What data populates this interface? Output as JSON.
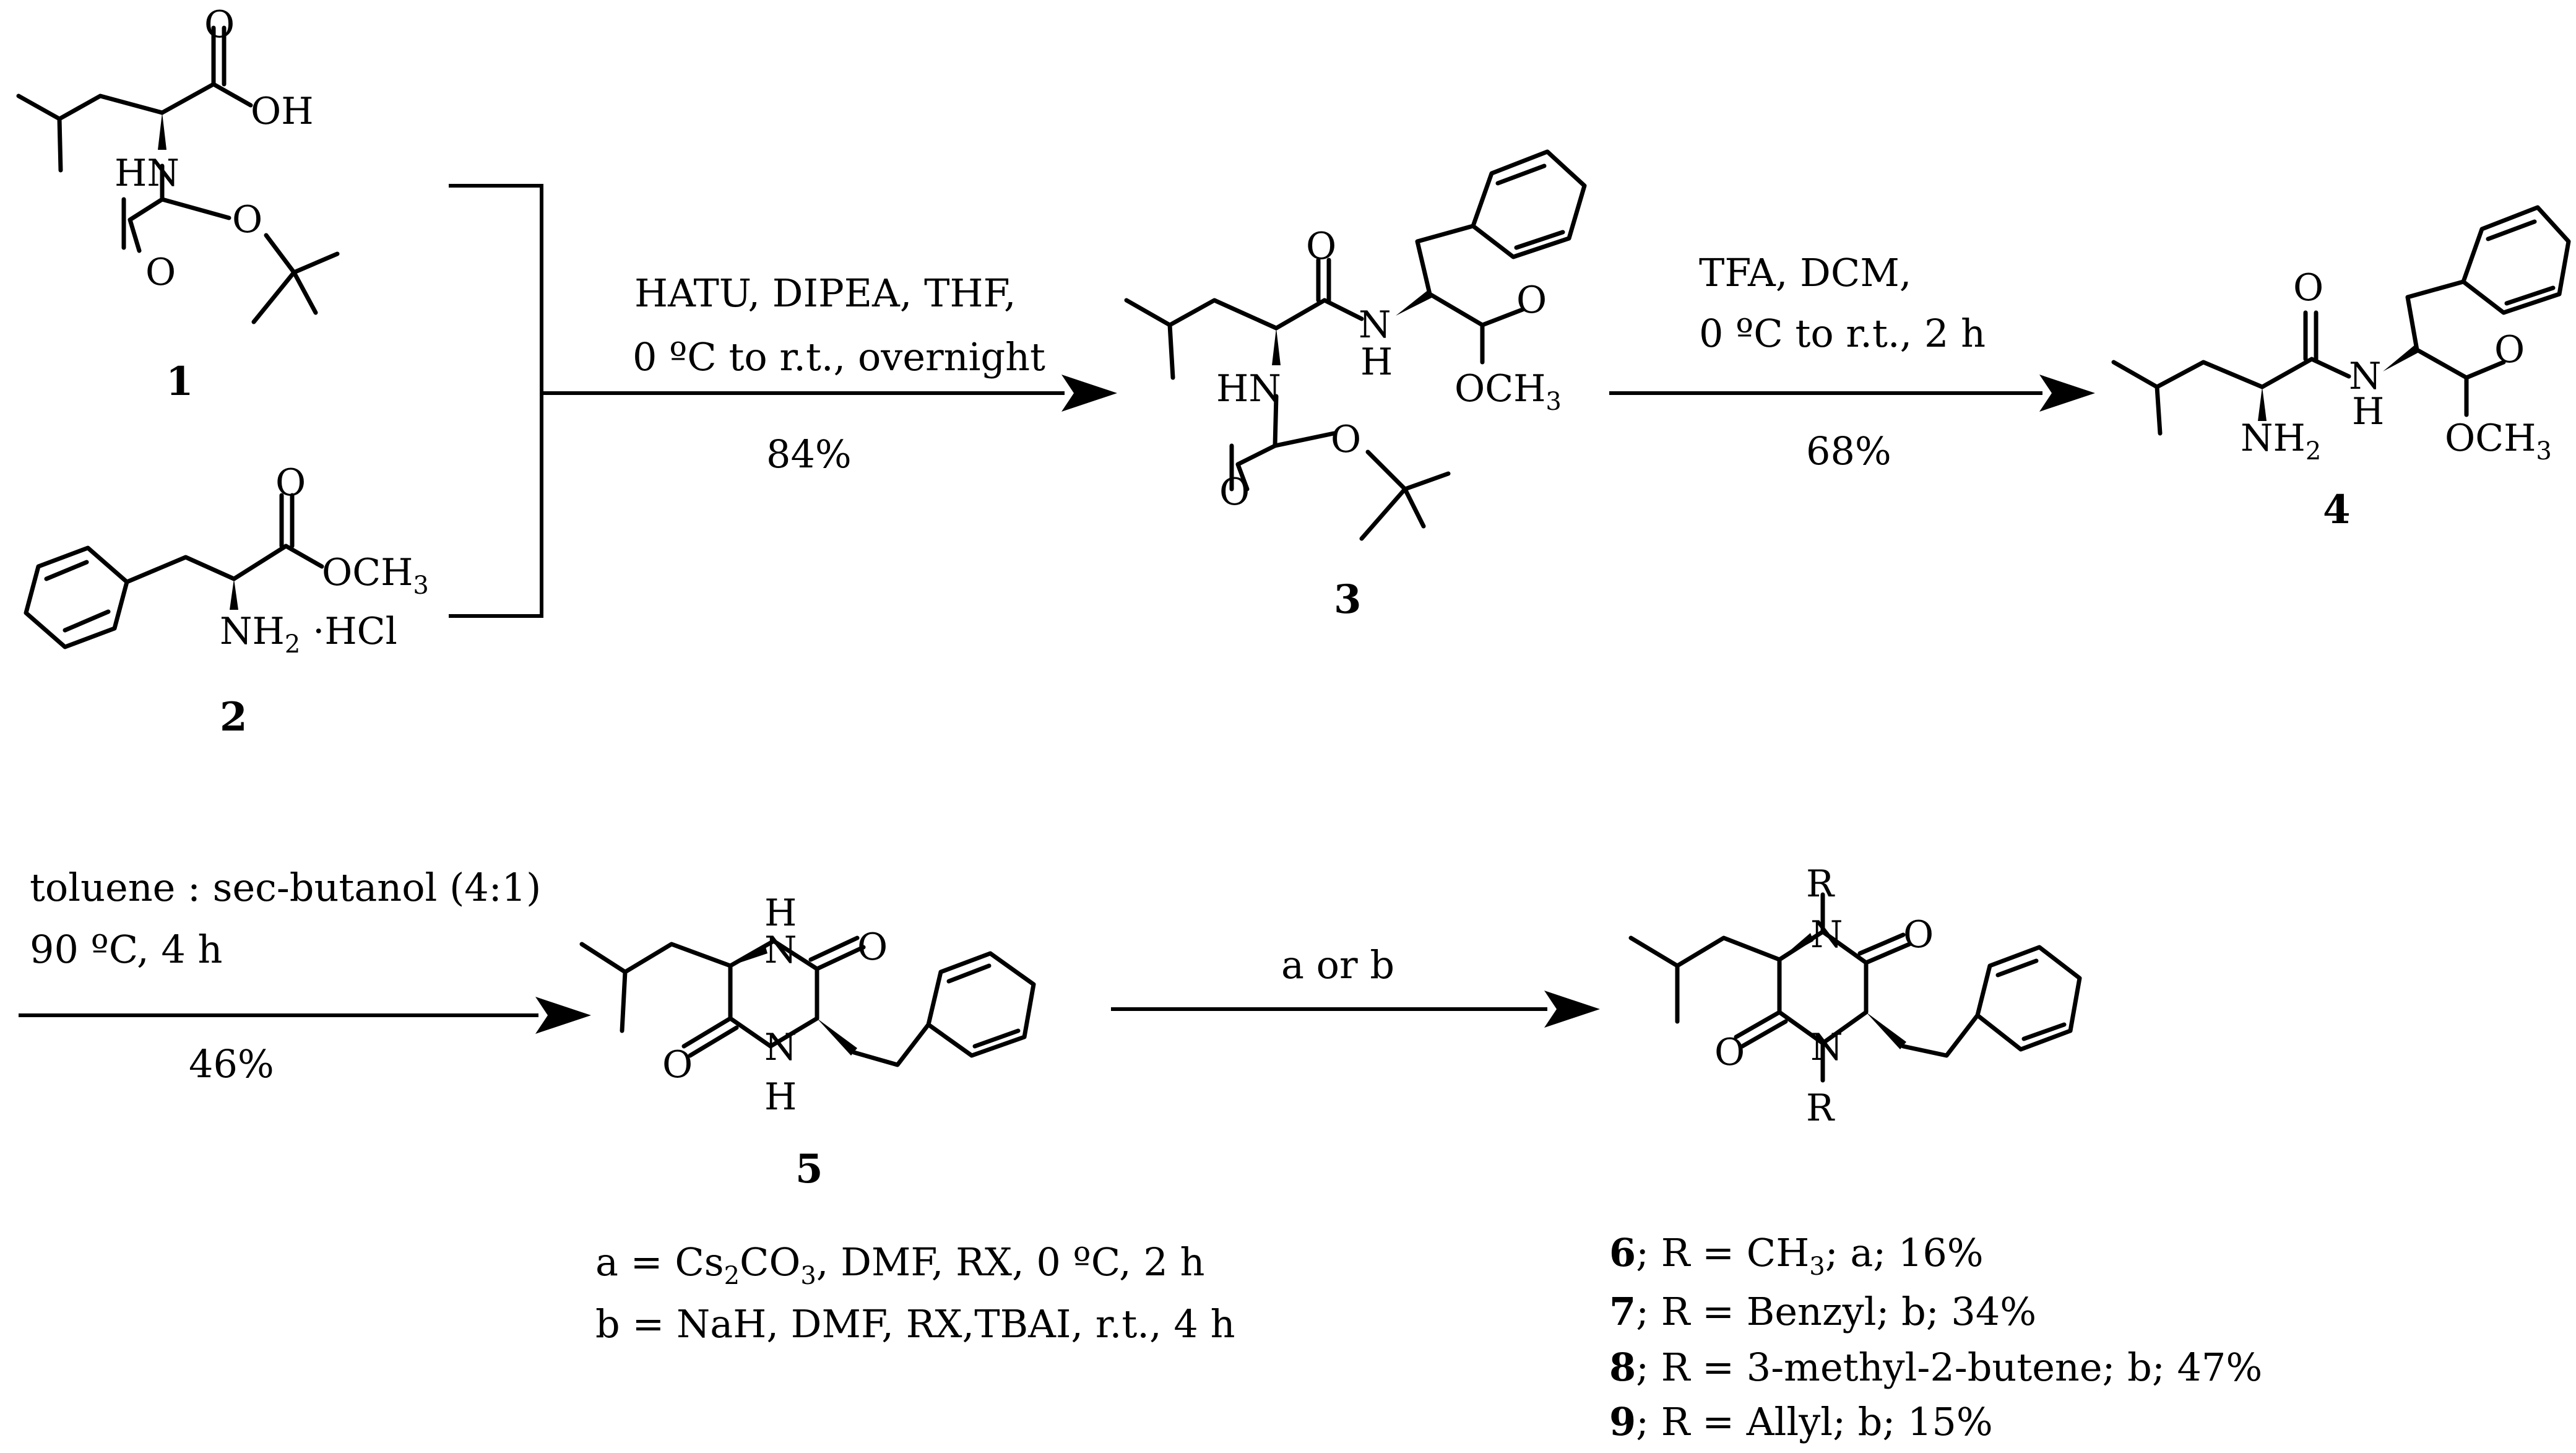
{
  "step1": {
    "reagents": "HATU, DIPEA, THF,",
    "conditions": "0 ºC to r.t., overnight",
    "yield": "84%"
  },
  "step2": {
    "reagents": "TFA, DCM,",
    "conditions": "0 ºC to r.t., 2 h",
    "yield": "68%"
  },
  "step3": {
    "reagents": "toluene : sec-butanol (4:1)",
    "conditions": "90 ºC, 4 h",
    "yield": "46%"
  },
  "step4": {
    "reagents": "a or b"
  },
  "compounds": {
    "c1": "1",
    "c2": "2",
    "c3": "3",
    "c4": "4",
    "c5": "5"
  },
  "labels": {
    "OH": "OH",
    "O": "O",
    "HN": "HN",
    "NH": "NH",
    "N": "N",
    "H": "H",
    "R": "R",
    "OCH": "OCH",
    "sub3": "3",
    "NH2": "NH",
    "sub2": "2",
    "HCl": "·HCl"
  },
  "condition_a": {
    "prefix": "a = Cs",
    "sub1": "2",
    "mid": "CO",
    "sub2": "3",
    "rest": ", DMF, RX, 0 ºC, 2 h"
  },
  "condition_b": "b = NaH, DMF, RX,TBAI, r.t., 4 h",
  "products": [
    {
      "num": "6",
      "pre": "; R = CH",
      "sub": "3",
      "post": ";  a; 16%"
    },
    {
      "num": "7",
      "text": "; R = Benzyl;  b; 34%"
    },
    {
      "num": "8",
      "text": "; R = 3-methyl-2-butene; b; 47%"
    },
    {
      "num": "9",
      "text": "; R = Allyl;  b; 15%"
    }
  ]
}
